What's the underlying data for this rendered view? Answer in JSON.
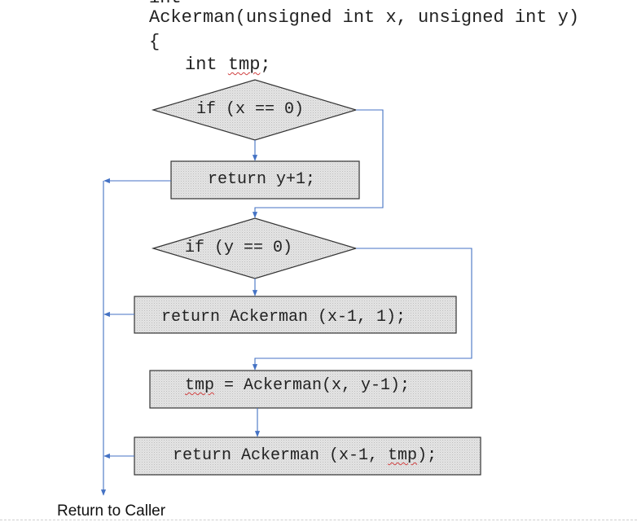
{
  "code": {
    "line_top": "int",
    "signature": "Ackerman(unsigned int x, unsigned int y)",
    "open_brace": "{",
    "decl_prefix": "int ",
    "decl_var": "tmp",
    "decl_suffix": ";"
  },
  "flowchart": {
    "decision_x": "if (x == 0)",
    "return_y_plus_1": "return y+1;",
    "decision_y": "if (y == 0)",
    "return_ack_x1_1": "return Ackerman (x-1, 1);",
    "assign_tmp_var": "tmp",
    "assign_tmp_rest": " = Ackerman(x, y-1);",
    "return_ack_tmp_prefix": "return Ackerman (x-1, ",
    "return_ack_tmp_var": "tmp",
    "return_ack_tmp_suffix": ");"
  },
  "footer": {
    "return_to_caller": "Return to Caller"
  },
  "colors": {
    "line": "#4472c4",
    "box_fill": "#d9d9d9",
    "box_stroke": "#333333"
  }
}
